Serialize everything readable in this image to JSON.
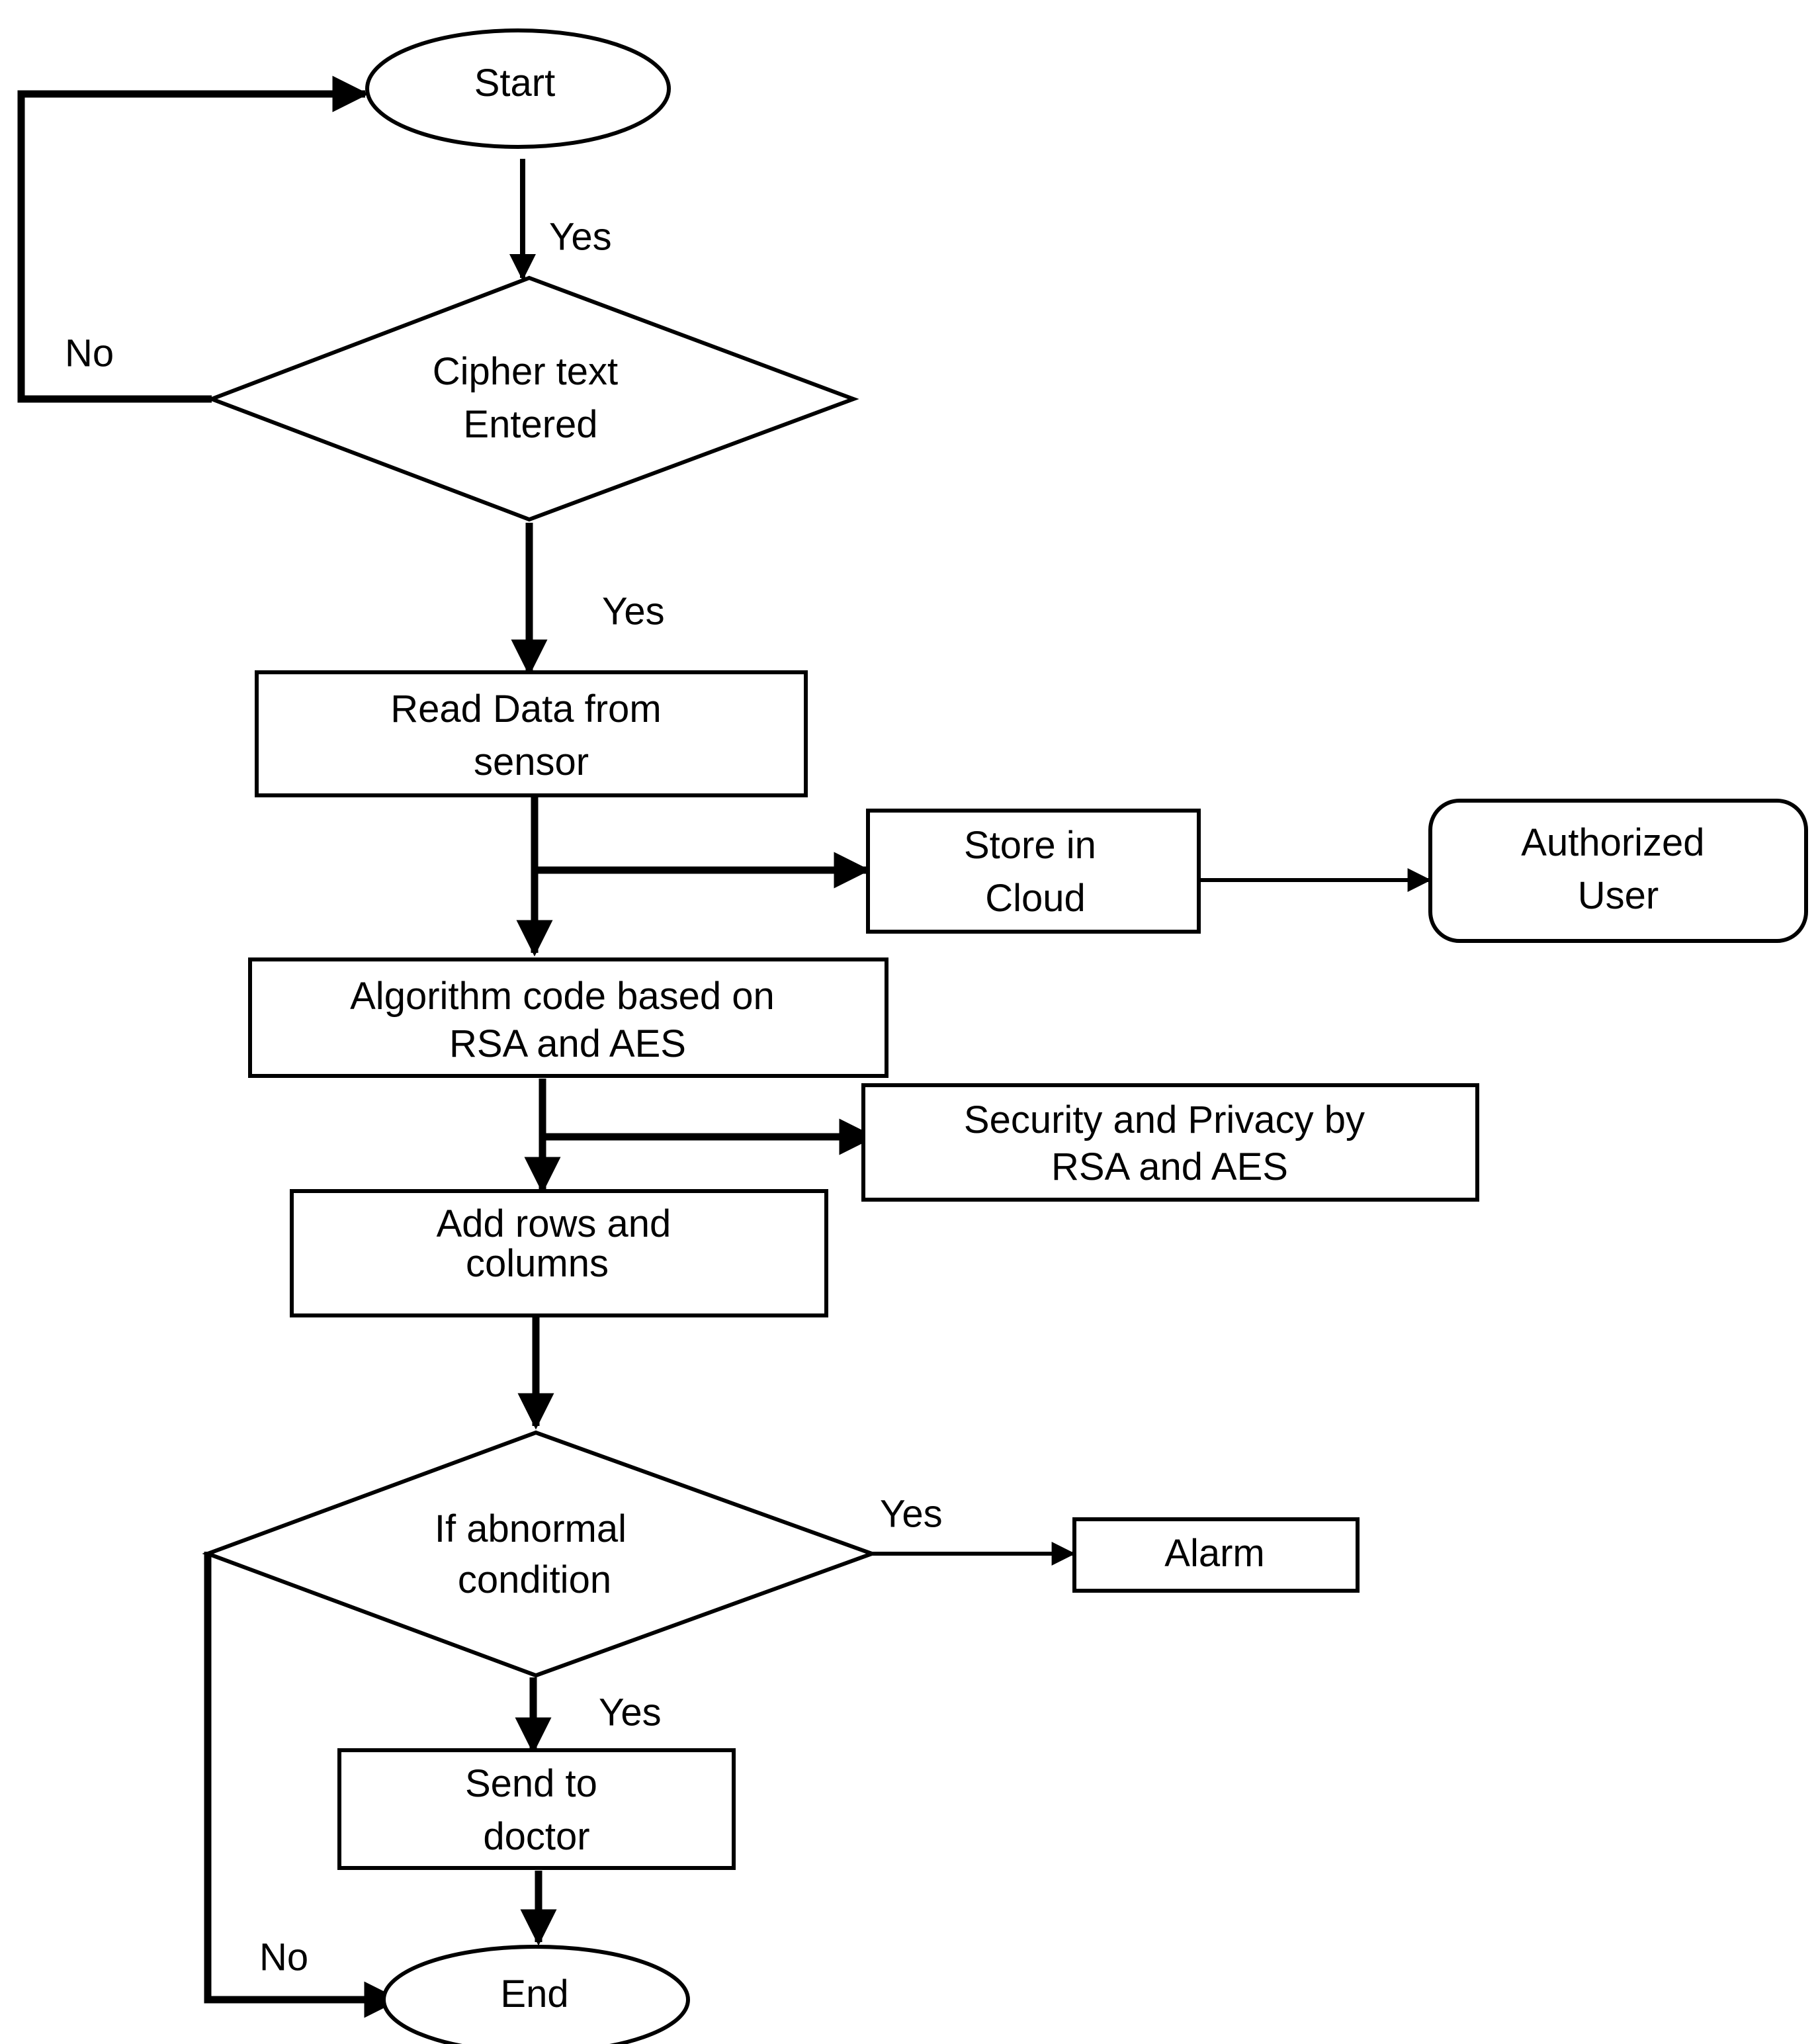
{
  "nodes": {
    "start": {
      "lines": [
        "Start"
      ]
    },
    "cipher": {
      "lines": [
        "Cipher text",
        "Entered"
      ]
    },
    "read": {
      "lines": [
        "Read Data from",
        "sensor"
      ]
    },
    "store": {
      "lines": [
        "Store in",
        "Cloud"
      ]
    },
    "auth": {
      "lines": [
        "Authorized",
        "User"
      ]
    },
    "algo": {
      "lines": [
        "Algorithm code based on",
        "RSA and AES"
      ]
    },
    "security": {
      "lines": [
        "Security and Privacy by",
        "RSA and AES"
      ]
    },
    "addrows": {
      "lines": [
        "Add rows and",
        "columns"
      ]
    },
    "abnormal": {
      "lines": [
        "If abnormal",
        "condition"
      ]
    },
    "alarm": {
      "lines": [
        "Alarm"
      ]
    },
    "send": {
      "lines": [
        "Send to",
        "doctor"
      ]
    },
    "end": {
      "lines": [
        "End"
      ]
    }
  },
  "edge_labels": {
    "start_to_cipher": "Yes",
    "cipher_no": "No",
    "cipher_to_read": "Yes",
    "abnormal_to_alarm": "Yes",
    "abnormal_to_send": "Yes",
    "abnormal_no": "No"
  }
}
